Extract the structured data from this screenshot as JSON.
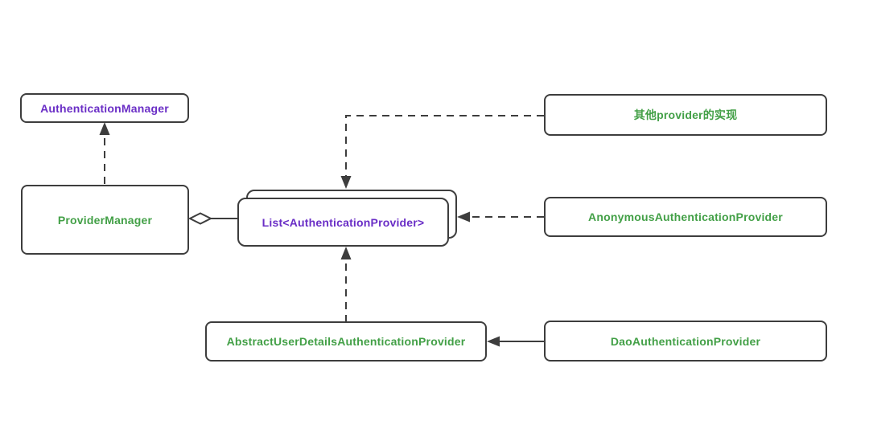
{
  "diagram": {
    "title": "Spring Security authentication provider class diagram",
    "colors": {
      "interface_text": "#6a2ec6",
      "implementation_text": "#43a047",
      "line": "#3d3d3d",
      "background": "#ffffff"
    },
    "nodes": {
      "authentication_manager": {
        "label": "AuthenticationManager",
        "text_color": "#6a2ec6"
      },
      "provider_manager": {
        "label": "ProviderManager",
        "text_color": "#43a047"
      },
      "provider_list": {
        "label": "List<AuthenticationProvider>",
        "text_color": "#6a2ec6"
      },
      "other_provider": {
        "label": "其他provider的实现",
        "text_color": "#43a047"
      },
      "anonymous_provider": {
        "label": "AnonymousAuthenticationProvider",
        "text_color": "#43a047"
      },
      "abstract_user_details_provider": {
        "label": "AbstractUserDetailsAuthenticationProvider",
        "text_color": "#43a047"
      },
      "dao_provider": {
        "label": "DaoAuthenticationProvider",
        "text_color": "#43a047"
      }
    },
    "edges": [
      {
        "from": "provider_manager",
        "to": "authentication_manager",
        "style": "dashed",
        "end": "arrow"
      },
      {
        "from": "provider_manager",
        "to": "provider_list",
        "style": "solid",
        "end": "hollow-diamond-at-source"
      },
      {
        "from": "other_provider",
        "to": "provider_list",
        "style": "dashed",
        "end": "arrow"
      },
      {
        "from": "anonymous_provider",
        "to": "provider_list",
        "style": "dashed",
        "end": "arrow"
      },
      {
        "from": "abstract_user_details_provider",
        "to": "provider_list",
        "style": "dashed",
        "end": "arrow"
      },
      {
        "from": "dao_provider",
        "to": "abstract_user_details_provider",
        "style": "solid",
        "end": "arrow"
      }
    ]
  }
}
